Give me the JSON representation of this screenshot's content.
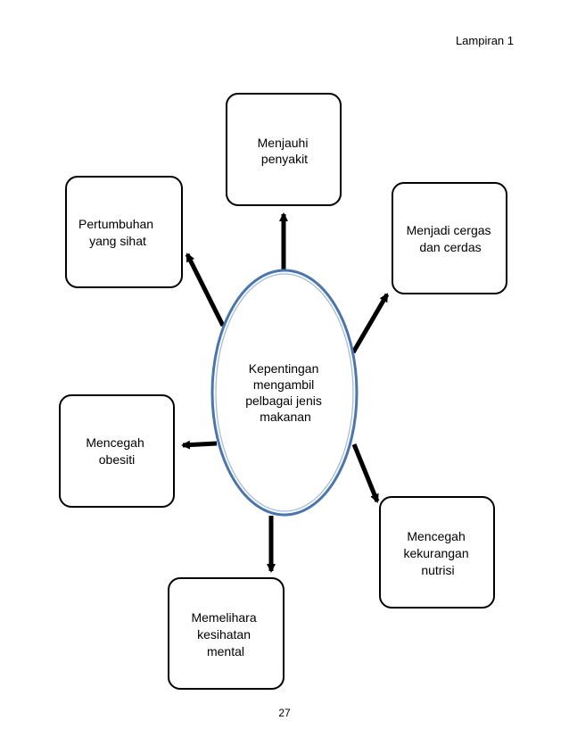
{
  "header": {
    "label": "Lampiran 1"
  },
  "center": {
    "lines": [
      "Kepentingan",
      "mengambil",
      "pelbagai jenis",
      "makanan"
    ]
  },
  "boxes": [
    {
      "id": "menjauhi-penyakit",
      "lines": [
        "Menjauhi",
        "penyakit"
      ]
    },
    {
      "id": "pertumbuhan-yang-sihat",
      "lines": [
        "Pertumbuhan",
        "yang sihat"
      ]
    },
    {
      "id": "menjadi-cergas-dan-cerdas",
      "lines": [
        "Menjadi cergas",
        "dan cerdas"
      ]
    },
    {
      "id": "mencegah-obesiti",
      "lines": [
        "Mencegah",
        "obesiti"
      ]
    },
    {
      "id": "mencegah-kekurangan-nutrisi",
      "lines": [
        "Mencegah",
        "kekurangan",
        "nutrisi"
      ]
    },
    {
      "id": "memelihara-kesihatan-mental",
      "lines": [
        "Memelihara",
        "kesihatan",
        "mental"
      ]
    }
  ],
  "footer": {
    "page_number": "27"
  },
  "colors": {
    "ellipse_stroke": "#4a76ad",
    "ellipse_inner_stroke": "#9fbadb",
    "box_stroke": "#000000",
    "arrow": "#000000"
  }
}
